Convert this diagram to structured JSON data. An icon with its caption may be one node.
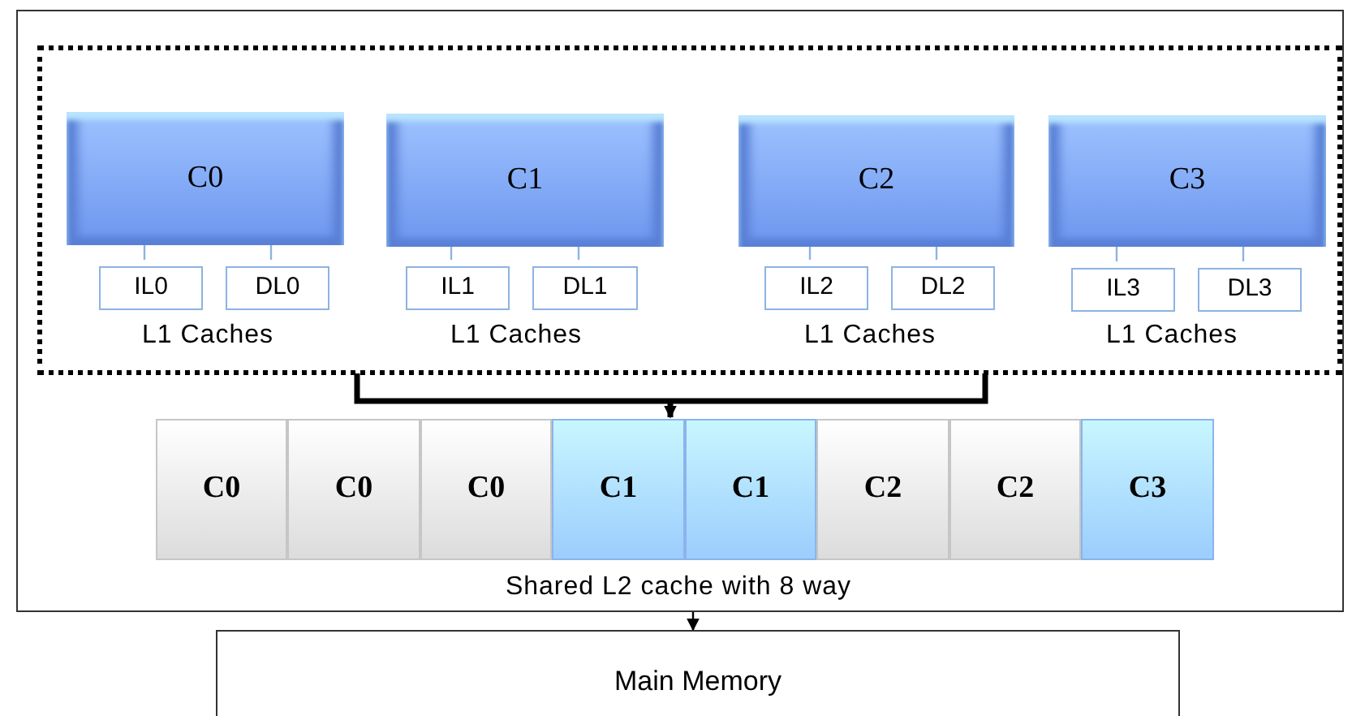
{
  "diagram": {
    "nodes": [
      {
        "text": [],
        "shape": "box"
      },
      {
        "text": [],
        "shape": "box",
        "in": 0
      },
      {
        "text": [
          "C0"
        ],
        "in": 1
      },
      {
        "text": [
          "IL0"
        ],
        "in": 1
      },
      {
        "text": [
          "DL0"
        ],
        "in": 1
      },
      {
        "text": [
          "C1"
        ],
        "in": 1
      },
      {
        "text": [
          "IL1"
        ],
        "in": 1
      },
      {
        "text": [
          "DL1"
        ],
        "in": 1
      },
      {
        "text": [
          "C2"
        ],
        "in": 1
      },
      {
        "text": [
          "IL2"
        ],
        "in": 1
      },
      {
        "text": [
          "DL2"
        ],
        "in": 1
      },
      {
        "text": [
          "C3"
        ],
        "in": 1
      },
      {
        "text": [
          "IL3"
        ],
        "in": 1
      },
      {
        "text": [
          "DL3"
        ],
        "in": 1
      },
      {
        "text": [],
        "shape": "bar",
        "in": 0
      },
      {
        "text": [
          "C0"
        ],
        "in": 14
      },
      {
        "text": [
          "C0"
        ],
        "in": 14
      },
      {
        "text": [
          "C0"
        ],
        "in": 14
      },
      {
        "text": [
          "C1"
        ],
        "in": 14
      },
      {
        "text": [
          "C1"
        ],
        "in": 14
      },
      {
        "text": [
          "C2"
        ],
        "in": 14
      },
      {
        "text": [
          "C2"
        ],
        "in": 14
      },
      {
        "text": [
          "C3"
        ],
        "in": 14
      },
      {
        "text": [
          "Main Memory"
        ]
      }
    ],
    "edges": [
      {
        "from": 2,
        "to": 3,
        "arrow": "none"
      },
      {
        "from": 2,
        "to": 4,
        "arrow": "none"
      },
      {
        "from": 5,
        "to": 6,
        "arrow": "none"
      },
      {
        "from": 5,
        "to": 7,
        "arrow": "none"
      },
      {
        "from": 8,
        "to": 9,
        "arrow": "none"
      },
      {
        "from": 8,
        "to": 10,
        "arrow": "none"
      },
      {
        "from": 11,
        "to": 12,
        "arrow": "none"
      },
      {
        "from": 11,
        "to": 13,
        "arrow": "none"
      },
      {
        "from": 1,
        "to": 14,
        "arrow": "to",
        "style": "thick",
        "color": "#000000"
      },
      {
        "from": 0,
        "to": 23,
        "arrow": "to",
        "color": "#000000"
      }
    ],
    "labels": [
      "L1 Caches",
      "L1 Caches",
      "L1 Caches",
      "L1 Caches",
      "Shared L2 cache with 8 way"
    ]
  }
}
